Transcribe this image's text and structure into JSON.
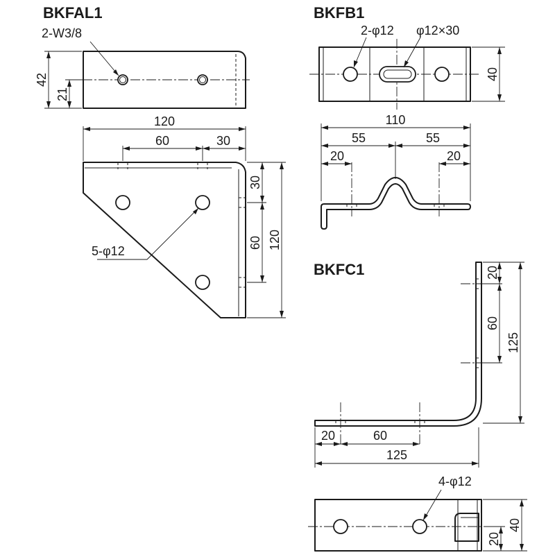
{
  "titles": {
    "bkfal1": "BKFAL1",
    "bkfb1": "BKFB1",
    "bkfc1": "BKFC1"
  },
  "bkfal1": {
    "top": {
      "hole_callout": "2-W3/8",
      "height": "42",
      "hole_height": "21"
    },
    "front": {
      "width": "120",
      "pitch_h": "60",
      "offset_h": "30",
      "offset_v": "30",
      "pitch_v": "60",
      "height": "120",
      "hole_callout": "5-φ12"
    }
  },
  "bkfb1": {
    "top": {
      "hole_callout": "2-φ12",
      "slot_callout": "φ12×30",
      "width": "40"
    },
    "side": {
      "overall": "110",
      "half_left": "55",
      "half_right": "55",
      "end_left": "20",
      "end_right": "20"
    }
  },
  "bkfc1": {
    "side": {
      "top_offset": "20",
      "pitch_v": "60",
      "height": "125",
      "left_offset": "20",
      "pitch_h": "60",
      "width": "125"
    },
    "bottom": {
      "hole_callout": "4-φ12",
      "width": "40",
      "hole_offset": "20"
    }
  }
}
